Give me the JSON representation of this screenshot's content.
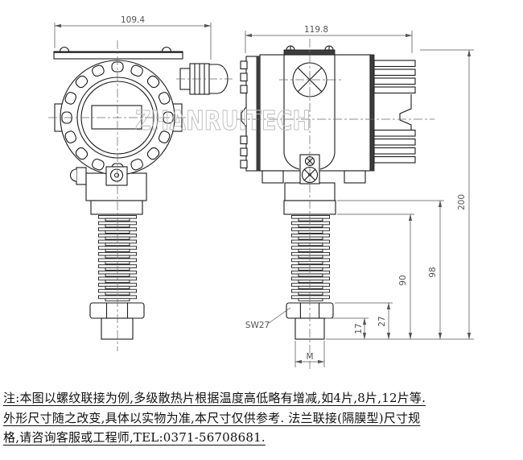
{
  "watermark": "ZHANRUITECH",
  "dimensions": {
    "front_width": "109.4",
    "side_width": "119.8",
    "overall_height": "200",
    "height_to_flange_top": "98",
    "height_to_flange_bottom": "90",
    "hex_to_tip": "27",
    "thread_length": "17",
    "wrench_size": "SW27",
    "thread_size": "M"
  },
  "notes": {
    "line1": "注:本图以螺纹联接为例,多级散热片根据温度高低略有增减,如4片,8片,12片等.",
    "line2": "外形尺寸随之改变,具体以实物为准,本尺寸仅供参考.  法兰联接(隔膜型)尺寸规",
    "line3": "格,请咨询客服或工程师,TEL:0371-56708681."
  },
  "colors": {
    "line": "#1a1a1a",
    "dimension": "#555555",
    "watermark": "#bdbdbd"
  }
}
